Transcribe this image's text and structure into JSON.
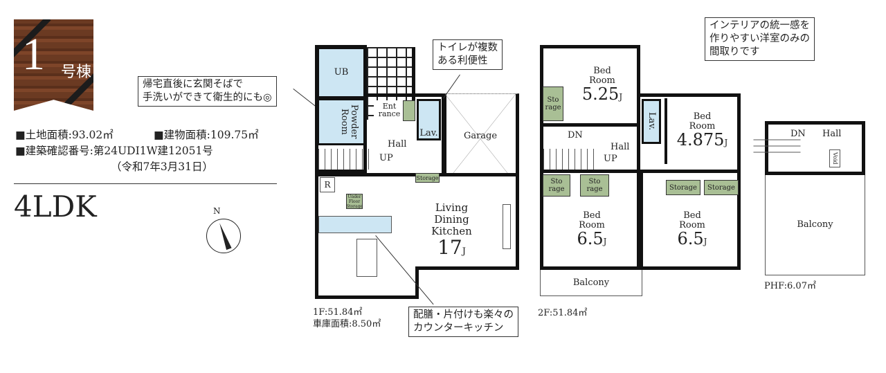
{
  "badge": {
    "number": "1",
    "suffix": "号棟"
  },
  "specs": {
    "land_area": "■土地面積:93.02㎡",
    "building_area": "■建物面積:109.75㎡",
    "permit_no": "■建築確認番号:第24UDI1W建12051号",
    "permit_date": "（令和7年3月31日）"
  },
  "layout_type": "4LDK",
  "compass": {
    "label": "N"
  },
  "callouts": {
    "powder": [
      "帰宅直後に玄関そばで",
      "手洗いができて衛生的にも◎"
    ],
    "toilet": [
      "トイレが複数",
      "ある利便性"
    ],
    "kitchen": [
      "配膳・片付けも楽々の",
      "カウンターキッチン"
    ],
    "rooms": [
      "インテリアの統一感を",
      "作りやすい洋室のみの",
      "間取りです"
    ]
  },
  "floor1": {
    "ub": "UB",
    "powder": "Powder Room",
    "entrance": "Ent rance",
    "lav": "Lav.",
    "garage": "Garage",
    "hall": "Hall",
    "up": "UP",
    "storage": "Storage",
    "r": "R",
    "underfloor": "Under Floor Storage",
    "ldk": "Living Dining Kitchen",
    "ldk_size": "17",
    "ldk_unit": "J",
    "area": "1F:51.84㎡",
    "garage_area": "車庫面積:8.50㎡"
  },
  "floor2": {
    "bed1": "Bed Room",
    "bed1_size": "5.25",
    "bed2": "Bed Room",
    "bed2_size": "4.875",
    "bed3": "Bed Room",
    "bed3_size": "6.5",
    "bed4": "Bed Room",
    "bed4_size": "6.5",
    "unit": "J",
    "storage_a": "Sto rage",
    "storage_b": "Sto rage",
    "storage_c": "Sto rage",
    "storage_d": "Storage",
    "storage_e": "Storage",
    "lav": "Lav.",
    "hall": "Hall",
    "dn": "DN",
    "up": "UP",
    "balcony": "Balcony",
    "area": "2F:51.84㎡"
  },
  "phf": {
    "dn": "DN",
    "hall": "Hall",
    "void": "Void",
    "balcony": "Balcony",
    "area": "PHF:6.07㎡"
  }
}
